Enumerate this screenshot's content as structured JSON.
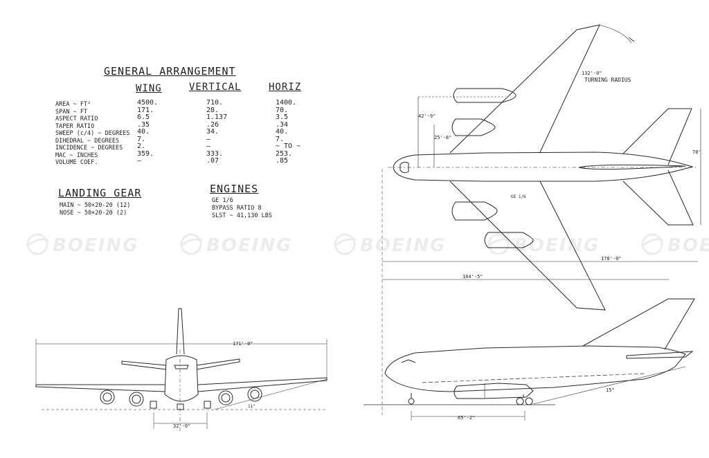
{
  "general_arrangement": {
    "title": "GENERAL ARRANGEMENT",
    "columns": [
      "WING",
      "VERTICAL",
      "HORIZ"
    ],
    "rows": [
      {
        "label": "AREA ~ FT²",
        "wing": "4500.",
        "vertical": "710.",
        "horiz": "1400."
      },
      {
        "label": "SPAN ~ FT",
        "wing": "171.",
        "vertical": "28.",
        "horiz": "70."
      },
      {
        "label": "ASPECT RATIO",
        "wing": "6.5",
        "vertical": "1.137",
        "horiz": "3.5"
      },
      {
        "label": "TAPER RATIO",
        "wing": ".35",
        "vertical": ".26",
        "horiz": ".34"
      },
      {
        "label": "SWEEP (c/4) ~ DEGREES",
        "wing": "40.",
        "vertical": "34.",
        "horiz": "40."
      },
      {
        "label": "DIHEDRAL ~ DEGREES",
        "wing": "7.",
        "vertical": "—",
        "horiz": "7."
      },
      {
        "label": "INCIDENCE ~ DEGREES",
        "wing": "2.",
        "vertical": "—",
        "horiz": "~ TO ~"
      },
      {
        "label": "MAC ~ INCHES",
        "wing": "359.",
        "vertical": "333.",
        "horiz": "253."
      },
      {
        "label": "VOLUME COEF.",
        "wing": "—",
        "vertical": ".07",
        "horiz": ".85"
      }
    ]
  },
  "landing_gear": {
    "title": "LANDING GEAR",
    "lines": [
      "MAIN ~ 50×20-20 (12)",
      "NOSE ~ 50×20-20 (2)"
    ]
  },
  "engines": {
    "title": "ENGINES",
    "lines": [
      "GE 1/6",
      "BYPASS RATIO 8",
      "SLST ~ 41,130 LBS"
    ]
  },
  "dimensions": {
    "turning_radius_value": "132'-0\"",
    "turning_radius_label": "TURNING RADIUS",
    "engine_spacing_outer": "42'-9\"",
    "engine_spacing_inner": "25'-8\"",
    "horiz_span": "70'",
    "overall_length": "178'-0\"",
    "fuselage_length": "164'-5\"",
    "wheelbase": "65'-2\"",
    "tail_angle": "15°",
    "front_span": "171'-0\"",
    "gear_track": "32'-0\"",
    "front_dihedral": "11°",
    "nacelle_label": "GE 1/6"
  },
  "watermark": {
    "word": "BOEING",
    "color": "#9a9a9a"
  }
}
